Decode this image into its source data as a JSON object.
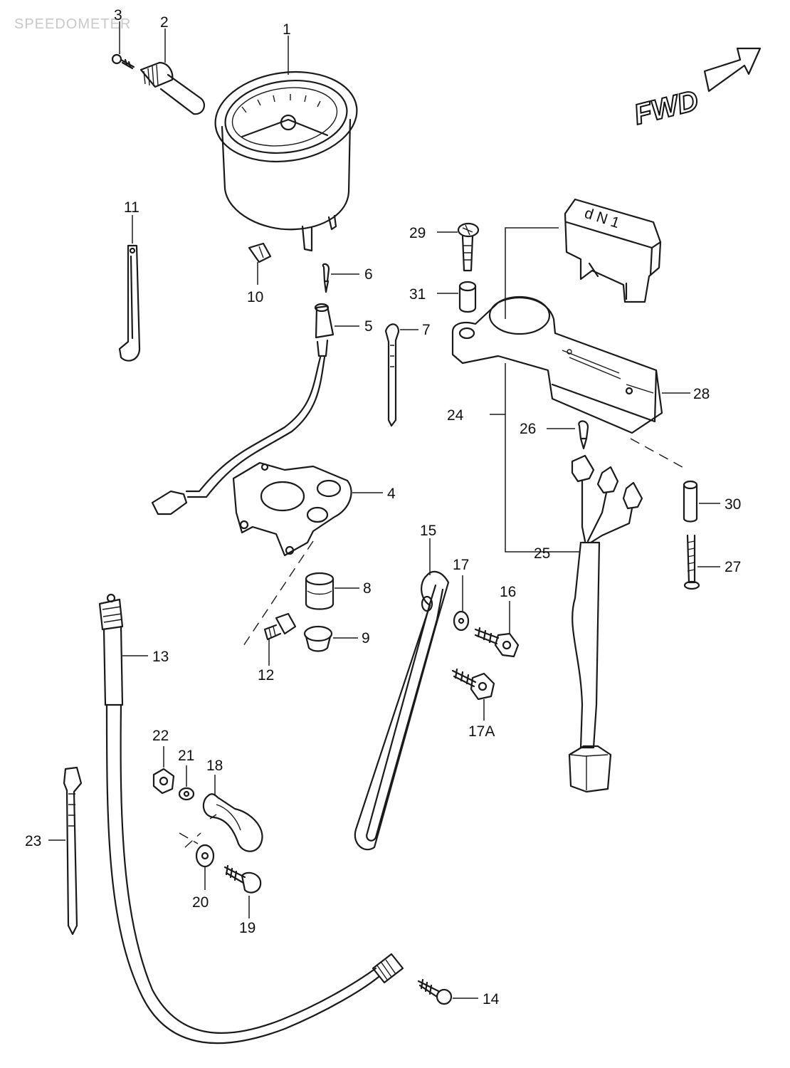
{
  "title": "SPEEDOMETER",
  "direction_label": "FWD",
  "gear_indicator_letters": "d N 1",
  "labels": {
    "p1": "1",
    "p2": "2",
    "p3": "3",
    "p4": "4",
    "p5": "5",
    "p6": "6",
    "p7": "7",
    "p8": "8",
    "p9": "9",
    "p10": "10",
    "p11": "11",
    "p12": "12",
    "p13": "13",
    "p14": "14",
    "p15": "15",
    "p16": "16",
    "p17": "17",
    "p17a": "17A",
    "p18": "18",
    "p19": "19",
    "p20": "20",
    "p21": "21",
    "p22": "22",
    "p23": "23",
    "p24": "24",
    "p25": "25",
    "p26": "26",
    "p27": "27",
    "p28": "28",
    "p29": "29",
    "p30": "30",
    "p31": "31"
  }
}
